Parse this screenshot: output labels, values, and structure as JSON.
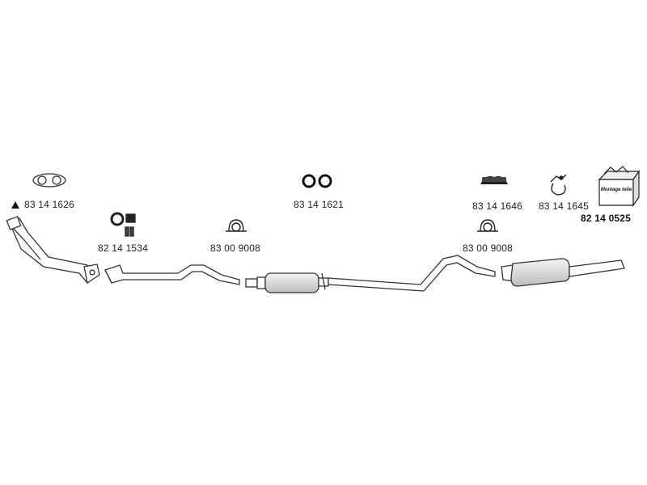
{
  "parts": {
    "gasket_front": {
      "number": "83 14 1626",
      "marker": "triangle"
    },
    "clamp_kit": {
      "number": "82 14 1534"
    },
    "clamp_a": {
      "number": "83 00 9008"
    },
    "rings": {
      "number": "83 14 1621"
    },
    "clamp_b": {
      "number": "83 00 9008"
    },
    "hanger_rubber": {
      "number": "83 14 1646"
    },
    "hanger_wire": {
      "number": "83 14 1645"
    },
    "mounting_kit": {
      "number": "82 14 0525",
      "box_text": "Montage teile"
    }
  },
  "colors": {
    "line": "#333333",
    "fill": "#ffffff",
    "shade": "#d9d9d9"
  }
}
